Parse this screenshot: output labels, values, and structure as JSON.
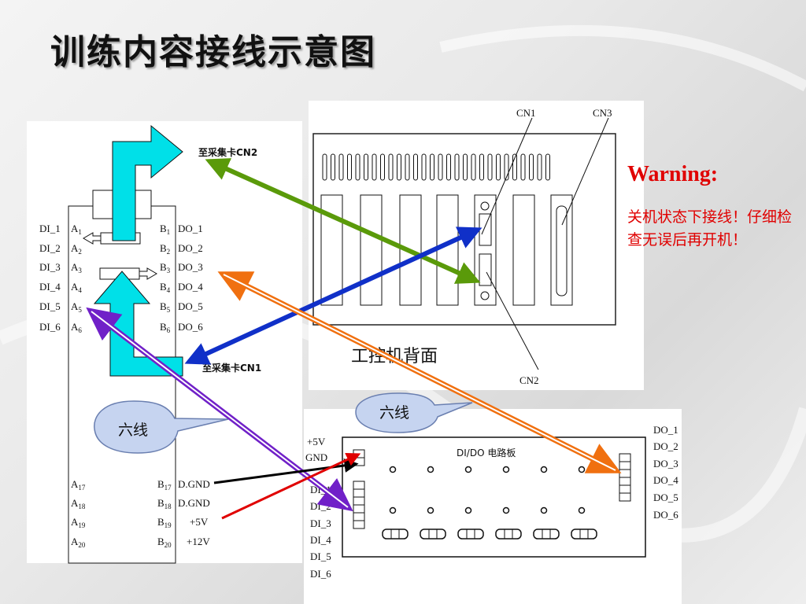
{
  "slide": {
    "title": "训练内容接线示意图",
    "warning_title": "Warning:",
    "warning_text": "关机状态下接线！仔细检查无误后再开机！"
  },
  "terminal_board": {
    "to_cn2": "至采集卡CN2",
    "to_cn1": "至采集卡CN1",
    "left_pins": [
      "DI_1",
      "DI_2",
      "DI_3",
      "DI_4",
      "DI_5",
      "DI_6"
    ],
    "a_pins": [
      "A",
      "A",
      "A",
      "A",
      "A",
      "A"
    ],
    "a_subs": [
      "1",
      "2",
      "3",
      "4",
      "5",
      "6"
    ],
    "b_pins": [
      "B",
      "B",
      "B",
      "B",
      "B",
      "B"
    ],
    "b_subs": [
      "1",
      "2",
      "3",
      "4",
      "5",
      "6"
    ],
    "right_pins": [
      "DO_1",
      "DO_2",
      "DO_3",
      "DO_4",
      "DO_5",
      "DO_6"
    ],
    "bottom_a": [
      "A",
      "A",
      "A",
      "A"
    ],
    "bottom_a_subs": [
      "17",
      "18",
      "19",
      "20"
    ],
    "bottom_b": [
      "B",
      "B",
      "B",
      "B"
    ],
    "bottom_b_subs": [
      "17",
      "18",
      "19",
      "20"
    ],
    "bottom_labels": [
      "D.GND",
      "D.GND",
      "+5V",
      "+12V"
    ]
  },
  "pc_back": {
    "cn1": "CN1",
    "cn2": "CN2",
    "cn3": "CN3",
    "caption": "工控机背面"
  },
  "circuit_board": {
    "title": "DI/DO 电路板",
    "power": [
      "+5V",
      "GND"
    ],
    "di_labels": [
      "DI_1",
      "DI_2",
      "DI_3",
      "DI_4",
      "DI_5",
      "DI_6"
    ],
    "do_labels": [
      "DO_1",
      "DO_2",
      "DO_3",
      "DO_4",
      "DO_5",
      "DO_6"
    ]
  },
  "callouts": {
    "left": "六线",
    "right": "六线"
  },
  "colors": {
    "green_arrow": "#5a9a0a",
    "blue_arrow": "#1030c8",
    "orange_arrow": "#f07010",
    "purple_arrow": "#7020c8",
    "cyan_arrow": "#00e0e8",
    "warning": "#e00000"
  }
}
